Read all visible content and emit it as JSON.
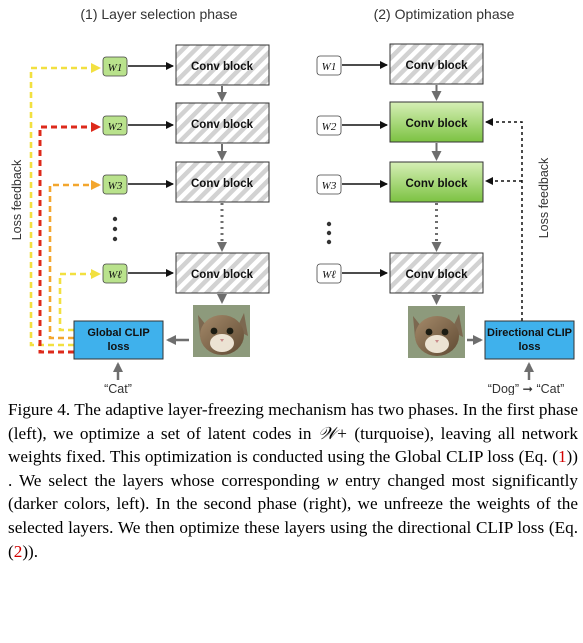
{
  "phases": {
    "left_title": "(1) Layer selection phase",
    "right_title": "(2) Optimization phase"
  },
  "left": {
    "w_labels": [
      "W1",
      "W2",
      "W3",
      "Wℓ"
    ],
    "conv_label": "Conv block",
    "loss_box": "Global CLIP loss",
    "text_input": "“Cat”",
    "feedback_label": "Loss feedback",
    "arrow_colors": [
      "#f2e040",
      "#dd2a1b",
      "#f3a62d",
      "#f2e040"
    ]
  },
  "right": {
    "w_labels": [
      "W1",
      "W2",
      "W3",
      "Wℓ"
    ],
    "conv_label": "Conv block",
    "loss_box": "Directional CLIP loss",
    "text_input_source": "“Dog”",
    "text_input_target": "“Cat”",
    "feedback_label": "Loss feedback"
  },
  "colors": {
    "w_box_fill": "#b9e28c",
    "trainable_conv_fill": "#86c84e",
    "loss_fill": "#3fb1ec",
    "arrow_gray": "#707070"
  },
  "icons": {
    "cat_image": "cat-photo"
  },
  "caption": {
    "figure_label": "Figure 4.",
    "part1": "The adaptive layer-freezing mechanism has two phases. In the first phase (left), we optimize a set of latent codes in ",
    "space": "𝒲+",
    "part2": " (turquoise), leaving all network weights fixed. This optimization is conducted using the Global CLIP loss (Eq. (",
    "ref1": "1",
    "part3": ")) . We select the layers whose corresponding ",
    "w_var": "w",
    "part4": " entry changed most significantly (darker colors, left). In the second phase (right), we unfreeze the weights of the selected layers. We then optimize these layers using the directional CLIP loss (Eq. (",
    "ref2": "2",
    "part5": "))."
  }
}
